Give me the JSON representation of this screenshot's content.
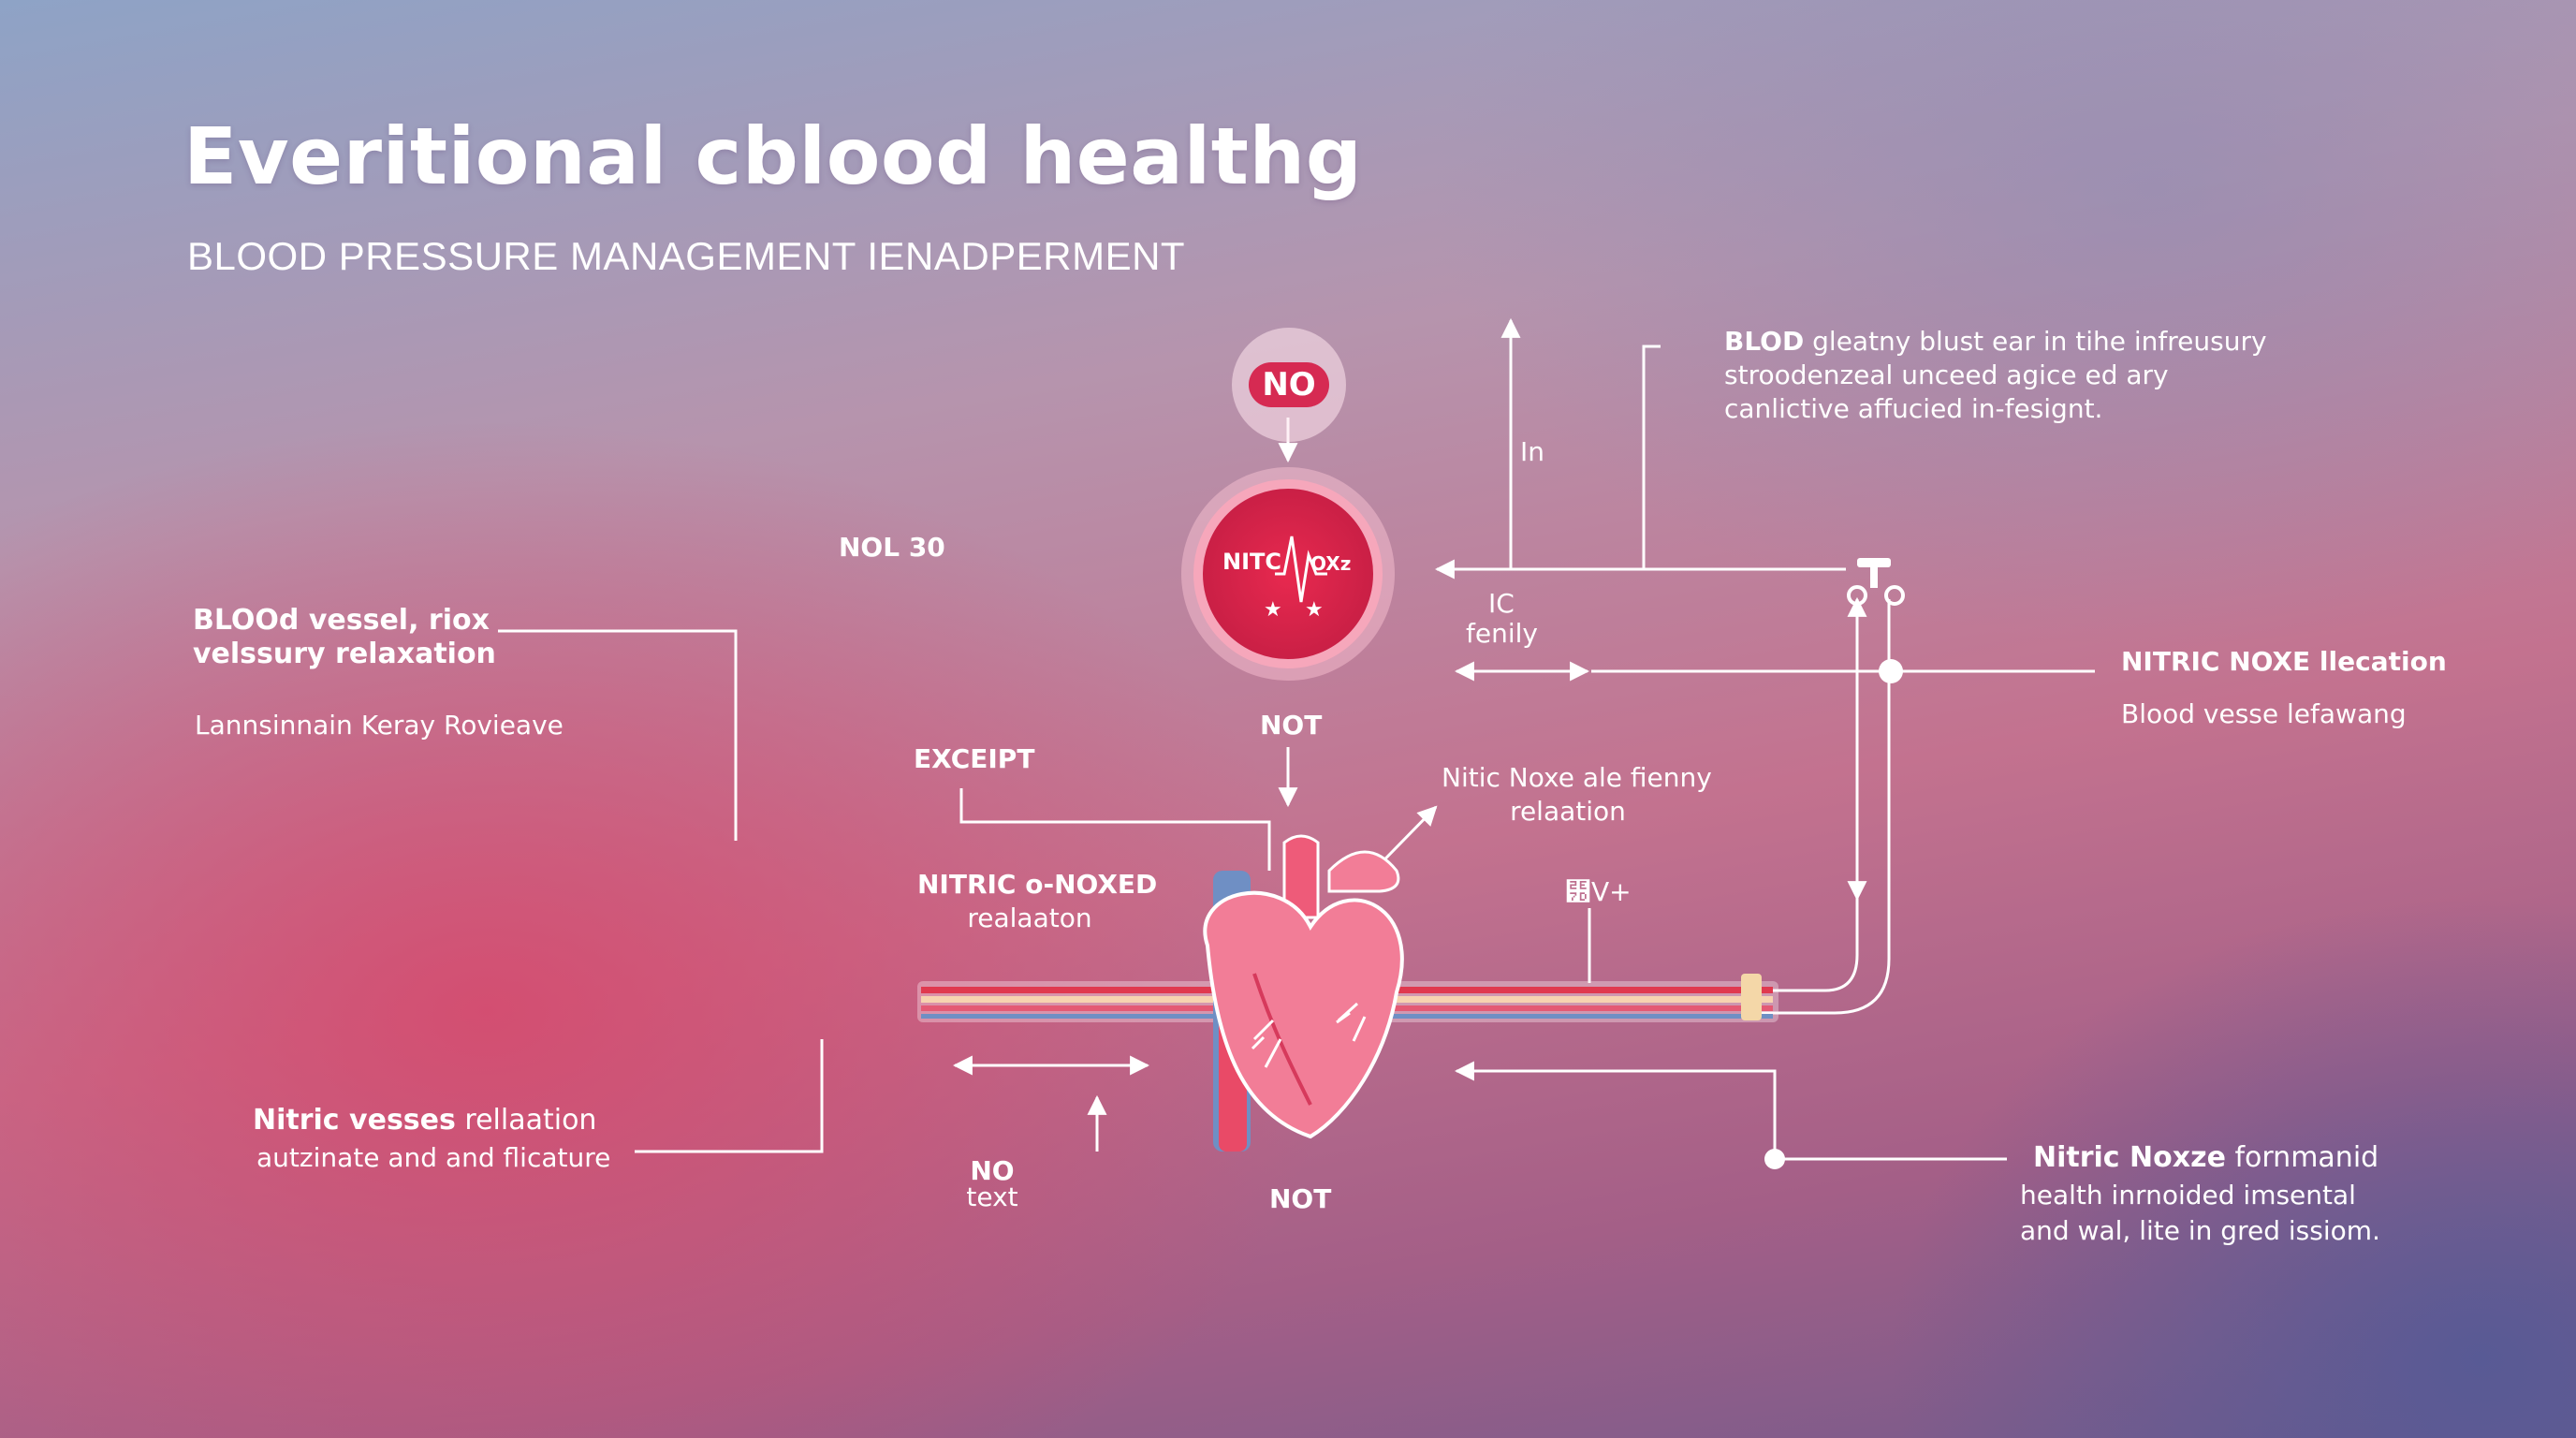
{
  "header": {
    "title": "Everitional cblood healthg",
    "subtitle": "BLOOD PRESSURE MANAGEMENT IENADPERMENT"
  },
  "center": {
    "no_badge": "NO",
    "nitric_core_left": "NITC",
    "nitric_core_right": "OXz",
    "not_top": "NOT",
    "not_bottom": "NOT",
    "in_label": "In",
    "ic_label": "IC",
    "fenily_label": "fenily",
    "v_symbol": "⹽V+"
  },
  "labels": {
    "nol30": "NOL 30",
    "vessel_title_1": "BLOOd vessel, riox",
    "vessel_title_2": "velssury relaxation",
    "vessel_sub": "Lannsinnain Keray Rovieave",
    "except": "EXCEIPT",
    "nitric_onoxed_1": "NITRIC o-NOXED",
    "nitric_onoxed_2": "realaaton",
    "nitic_noxe_1": "Nitic Noxe ale fienny",
    "nitic_noxe_2": "relaation",
    "nitric_vesses_1a": "Nitric vesses",
    "nitric_vesses_1b": " rellaation",
    "nitric_vesses_2": "autzinate and and flicature",
    "no_text_1": "NO",
    "no_text_2": "text",
    "top_right_1a": "BLOD",
    "top_right_1b": " gleatny blust ear in tihe infreusury",
    "top_right_2": "stroodenzeal unceed agice ed ary",
    "top_right_3": "canlictive affucied in-fesignt.",
    "right_mid_title": "NITRIC NOXE llecation",
    "right_mid_sub": "Blood vesse lefawang",
    "bottom_right_1a": "Nitric Noxze",
    "bottom_right_1b": " fornmanid",
    "bottom_right_2": "health inrnoided imsental",
    "bottom_right_3": "and wal, lite in gred issiom."
  },
  "colors": {
    "accent_red": "#d62a52",
    "vessel_red": "#e0394f",
    "vessel_blue": "#6f8fc4",
    "heart_pink": "#f27d97"
  },
  "icons": [
    "heart-icon",
    "pulse-icon",
    "star-icon",
    "arrow-icon",
    "clamp-icon"
  ]
}
